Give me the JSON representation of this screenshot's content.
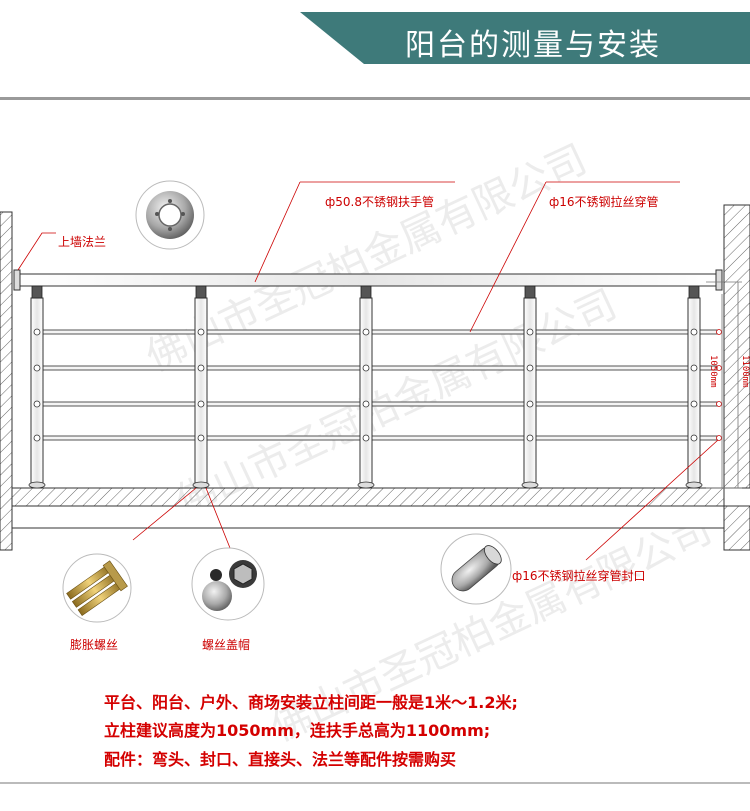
{
  "header": {
    "title": "阳台的测量与安装"
  },
  "watermark": "佛山市圣冠柏金属有限公司",
  "callouts": {
    "wall_flange": "上墙法兰",
    "handrail": "ф50.8不锈钢扶手管",
    "cable_tube": "ф16不锈钢拉丝穿管",
    "tube_cap": "ф16不锈钢拉丝穿管封口",
    "expansion_bolt": "膨胀螺丝",
    "screw_cap": "螺丝盖帽"
  },
  "dimensions": {
    "overall_height": "1100mm",
    "post_height": "1050mm"
  },
  "notes": [
    "平台、阳台、户外、商场安装立柱间距一般是1米～1.2米;",
    "立柱建议高度为1050mm，连扶手总高为1100mm;",
    "配件：弯头、封口、直接头、法兰等配件按需购买"
  ],
  "colors": {
    "banner": "#3e7a7a",
    "accent": "#cc0000",
    "line": "#333333"
  }
}
